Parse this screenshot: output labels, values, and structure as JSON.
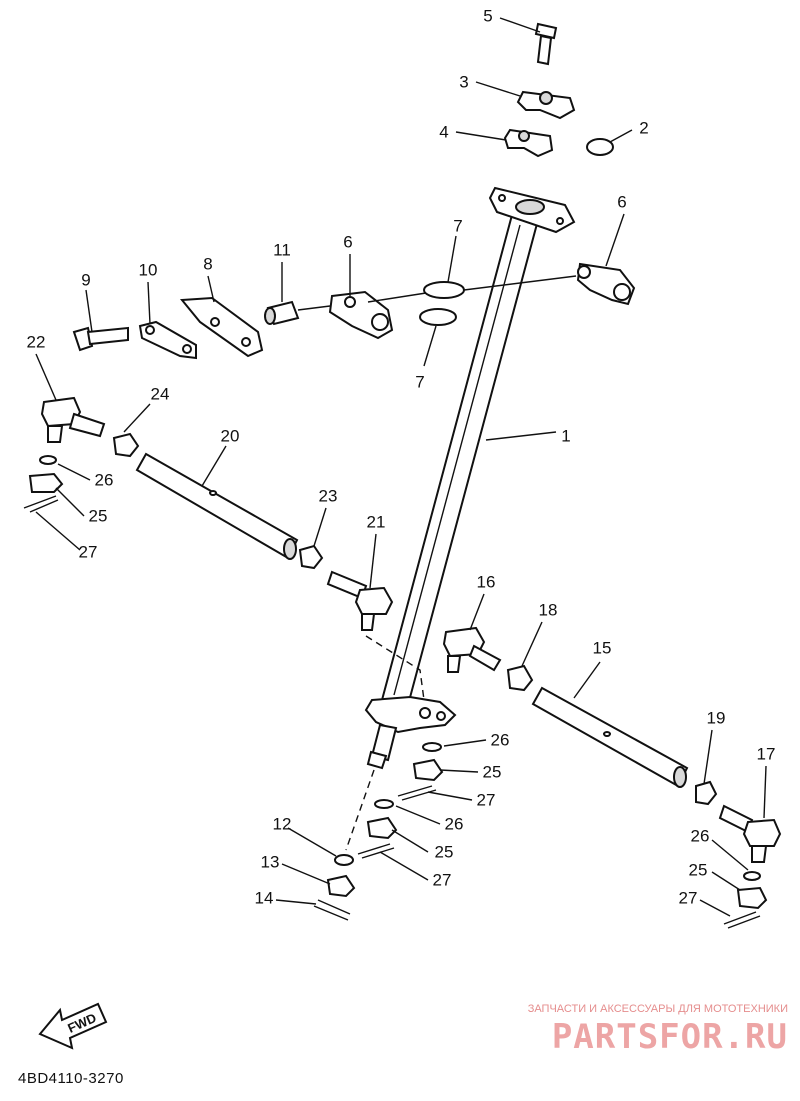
{
  "diagram_code": "4BD4110-3270",
  "fwd_label": "FWD",
  "watermark": {
    "caption": "ЗАПЧАСТИ И АКСЕССУАРЫ ДЛЯ МОТОТЕХНИКИ",
    "brand": "PARTSFOR.RU"
  },
  "callouts": {
    "c1": "1",
    "c2": "2",
    "c3": "3",
    "c4": "4",
    "c5": "5",
    "c6a": "6",
    "c6b": "6",
    "c7a": "7",
    "c7b": "7",
    "c8": "8",
    "c9": "9",
    "c10": "10",
    "c11": "11",
    "c12": "12",
    "c13": "13",
    "c14": "14",
    "c15": "15",
    "c16": "16",
    "c17": "17",
    "c18": "18",
    "c19": "19",
    "c20": "20",
    "c21": "21",
    "c22": "22",
    "c23": "23",
    "c24": "24",
    "c25a": "25",
    "c25b": "25",
    "c25c": "25",
    "c25d": "25",
    "c26a": "26",
    "c26b": "26",
    "c26c": "26",
    "c26d": "26",
    "c27a": "27",
    "c27b": "27",
    "c27c": "27",
    "c27d": "27"
  }
}
